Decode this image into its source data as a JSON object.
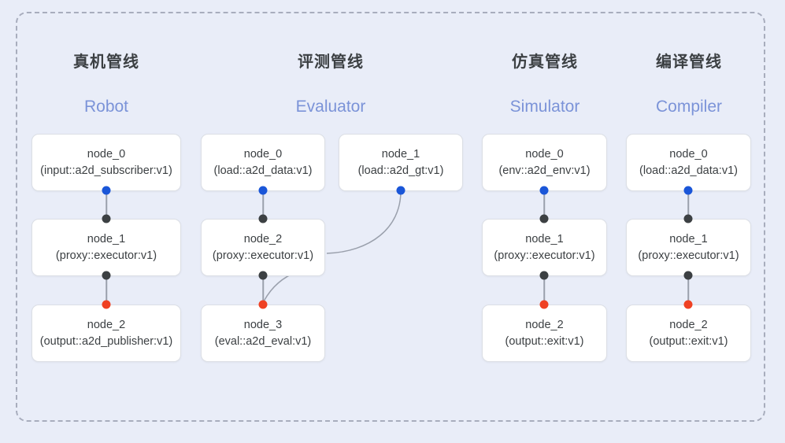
{
  "diagram": {
    "background_color": "#e9edf8",
    "frame_border_color": "#a8adbd",
    "port_colors": {
      "input": "#1a56d8",
      "internal": "#3c4043",
      "output": "#ef4123"
    },
    "header_en_color": "#7b93d8"
  },
  "columns": [
    {
      "title_cn": "真机管线",
      "title_en": "Robot",
      "nodes": [
        {
          "name": "node_0",
          "type": "(input::a2d_subscriber:v1)"
        },
        {
          "name": "node_1",
          "type": "(proxy::executor:v1)"
        },
        {
          "name": "node_2",
          "type": "(output::a2d_publisher:v1)"
        }
      ]
    },
    {
      "title_cn": "评测管线",
      "title_en": "Evaluator",
      "nodes": [
        {
          "name": "node_0",
          "type": "(load::a2d_data:v1)"
        },
        {
          "name": "node_1",
          "type": "(load::a2d_gt:v1)"
        },
        {
          "name": "node_2",
          "type": "(proxy::executor:v1)"
        },
        {
          "name": "node_3",
          "type": "(eval::a2d_eval:v1)"
        }
      ]
    },
    {
      "title_cn": "仿真管线",
      "title_en": "Simulator",
      "nodes": [
        {
          "name": "node_0",
          "type": "(env::a2d_env:v1)"
        },
        {
          "name": "node_1",
          "type": "(proxy::executor:v1)"
        },
        {
          "name": "node_2",
          "type": "(output::exit:v1)"
        }
      ]
    },
    {
      "title_cn": "编译管线",
      "title_en": "Compiler",
      "nodes": [
        {
          "name": "node_0",
          "type": "(load::a2d_data:v1)"
        },
        {
          "name": "node_1",
          "type": "(proxy::executor:v1)"
        },
        {
          "name": "node_2",
          "type": "(output::exit:v1)"
        }
      ]
    }
  ]
}
